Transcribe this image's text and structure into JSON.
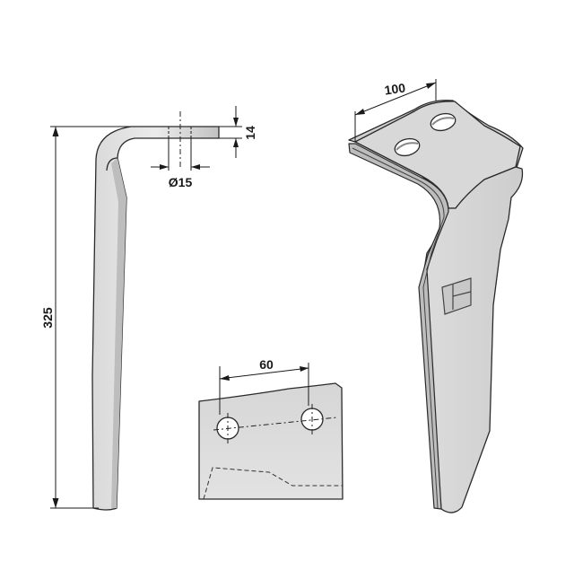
{
  "dimensions": {
    "length": "325",
    "thickness": "14",
    "hole_diameter": "Ø15",
    "hole_spacing": "60",
    "width": "100"
  },
  "colors": {
    "steel_light": "#e4e4e4",
    "steel_mid": "#cfcfcf",
    "steel_dark": "#b3b3b3",
    "line": "#2a2a2a"
  }
}
